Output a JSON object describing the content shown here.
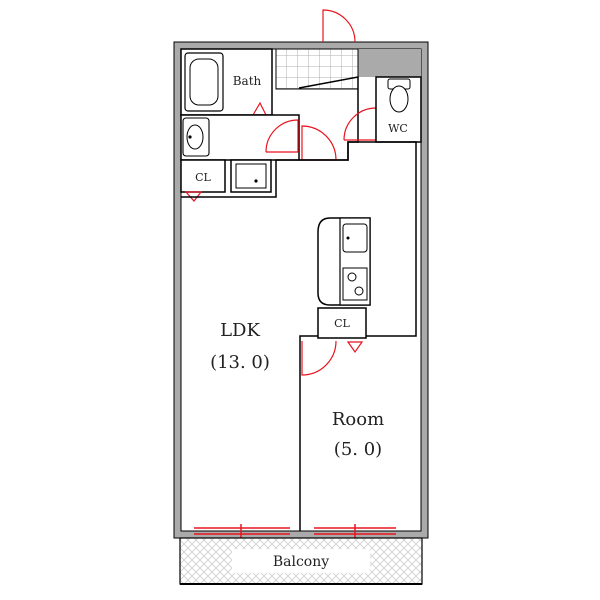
{
  "rooms": {
    "bath": {
      "label": "Bath"
    },
    "wc": {
      "label": "WC"
    },
    "cl_entry": {
      "label": "CL"
    },
    "cl_kitchen": {
      "label": "CL"
    },
    "ldk": {
      "label": "LDK",
      "size": "(13. 0)"
    },
    "room": {
      "label": "Room",
      "size": "(5. 0)"
    },
    "balcony": {
      "label": "Balcony"
    }
  },
  "colors": {
    "wall": "#aaaaaa",
    "line": "#000000",
    "door": "#e8141e",
    "balcony_hatch": "#cfcfcf"
  },
  "icons": [
    "bathtub-icon",
    "toilet-icon",
    "sink-icon",
    "washing-machine-icon",
    "kitchen-sink-icon",
    "stove-icon",
    "door-swing-icon",
    "sliding-window-icon"
  ]
}
